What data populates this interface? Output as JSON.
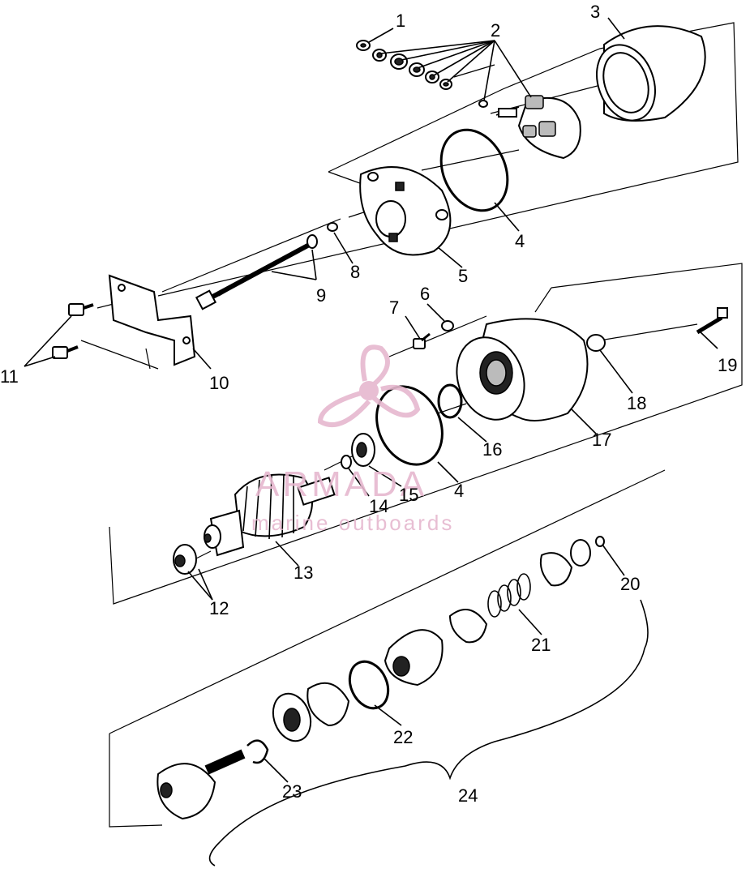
{
  "watermark": {
    "brand": "ARMADA",
    "tagline": "marine outboards",
    "color": "#e6b8cf"
  },
  "callouts": [
    {
      "id": "c1",
      "text": "1"
    },
    {
      "id": "c2",
      "text": "2"
    },
    {
      "id": "c3",
      "text": "3"
    },
    {
      "id": "c4a",
      "text": "4"
    },
    {
      "id": "c4b",
      "text": "4"
    },
    {
      "id": "c5",
      "text": "5"
    },
    {
      "id": "c6",
      "text": "6"
    },
    {
      "id": "c7",
      "text": "7"
    },
    {
      "id": "c8",
      "text": "8"
    },
    {
      "id": "c9",
      "text": "9"
    },
    {
      "id": "c10",
      "text": "10"
    },
    {
      "id": "c11",
      "text": "11"
    },
    {
      "id": "c12",
      "text": "12"
    },
    {
      "id": "c13",
      "text": "13"
    },
    {
      "id": "c14",
      "text": "14"
    },
    {
      "id": "c15",
      "text": "15"
    },
    {
      "id": "c16",
      "text": "16"
    },
    {
      "id": "c17",
      "text": "17"
    },
    {
      "id": "c18",
      "text": "18"
    },
    {
      "id": "c19",
      "text": "19"
    },
    {
      "id": "c20",
      "text": "20"
    },
    {
      "id": "c21",
      "text": "21"
    },
    {
      "id": "c22",
      "text": "22"
    },
    {
      "id": "c23",
      "text": "23"
    },
    {
      "id": "c24",
      "text": "24"
    }
  ]
}
